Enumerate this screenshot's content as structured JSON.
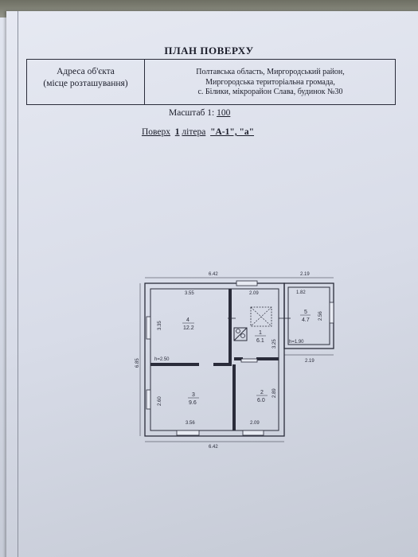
{
  "title": "ПЛАН ПОВЕРХУ",
  "address": {
    "label_line1": "Адреса об'єкта",
    "label_line2": "(місце розташування)",
    "value_line1": "Полтавська область, Миргородський район,",
    "value_line2": "Миргородська територіальна громада,",
    "value_line3": "с. Білики, мікрорайон Слава, будинок №30"
  },
  "scale": {
    "label": "Масштаб 1:",
    "value": "100"
  },
  "floor": {
    "floor_word": "Поверх",
    "floor_num": "1",
    "litera_word": "літера",
    "litera_value": "\"А-1\", \"а\""
  },
  "plan": {
    "dims": {
      "top_total": "6.42",
      "bottom_total": "6.42",
      "left_total": "6.85",
      "annex_top": "2.19",
      "annex_bottom": "2.19",
      "r4_top": "3.55",
      "r4_side": "3.35",
      "r1_top": "2.09",
      "r1_side": "3.25",
      "r5_top": "1.82",
      "r5_side": "2.56",
      "r3_side": "2.60",
      "r3_bottom": "3.56",
      "r2_side": "2.89",
      "r2_bottom": "2.09",
      "h_main": "h=2.50",
      "h_annex": "h=1.90"
    },
    "rooms": [
      {
        "num": "4",
        "area": "12.2"
      },
      {
        "num": "1",
        "area": "6.1"
      },
      {
        "num": "5",
        "area": "4.7"
      },
      {
        "num": "3",
        "area": "9.6"
      },
      {
        "num": "2",
        "area": "6.0"
      }
    ]
  }
}
